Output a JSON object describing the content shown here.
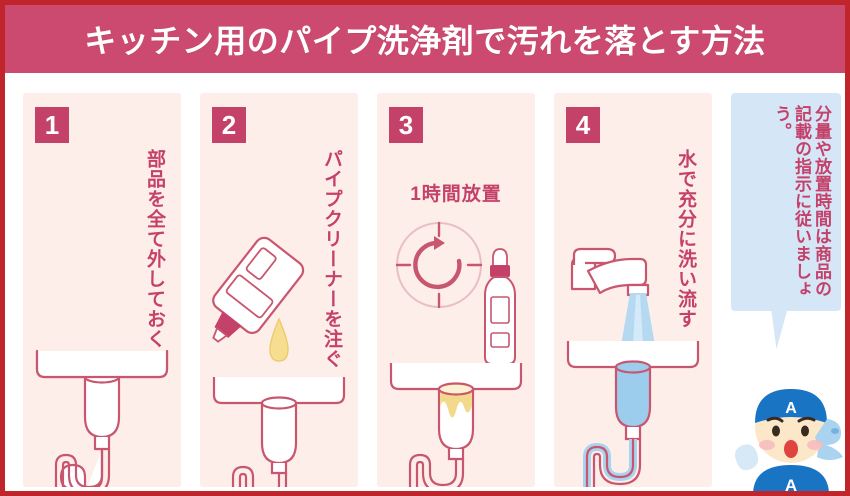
{
  "header": {
    "title": "キッチン用のパイプ洗浄剤で汚れを落とす方法",
    "bar_color": "#cc4a70",
    "text_color": "#ffffff"
  },
  "theme": {
    "frame_border": "#c0252b",
    "panel_bg": "#fdeee9",
    "accent": "#c4416a",
    "line": "#c9566f",
    "cleaner_yellow": "#f5d76e",
    "water_blue": "#9ccdec",
    "note_bg": "#d5e6f6",
    "mascot_blue": "#1a74c4"
  },
  "steps": [
    {
      "number": "1",
      "caption": "部品を全て外しておく",
      "orientation": "vertical",
      "art": "sink-with-drain-trap"
    },
    {
      "number": "2",
      "caption": "パイプクリーナーを注ぐ",
      "orientation": "vertical",
      "art": "tilted-bottle-pouring-drop"
    },
    {
      "number": "3",
      "caption": "1時間放置",
      "orientation": "horizontal",
      "art": "clock-timer-and-bottle"
    },
    {
      "number": "4",
      "caption": "水で充分に洗い流す",
      "orientation": "vertical",
      "art": "faucet-rinsing-water"
    }
  ],
  "note": {
    "text": "分量や放置時間は商品の記載の指示に従いましょう。"
  },
  "mascot": {
    "cap_letter": "A",
    "shirt_letter": "A",
    "name": "blue-capped-mascot"
  },
  "icons": {
    "badge": "step-number-badge",
    "clock": "clock-timer-icon",
    "bottle": "cleaner-bottle-icon",
    "faucet": "faucet-icon",
    "drop": "liquid-drop-icon",
    "trap": "s-trap-pipe-icon"
  }
}
